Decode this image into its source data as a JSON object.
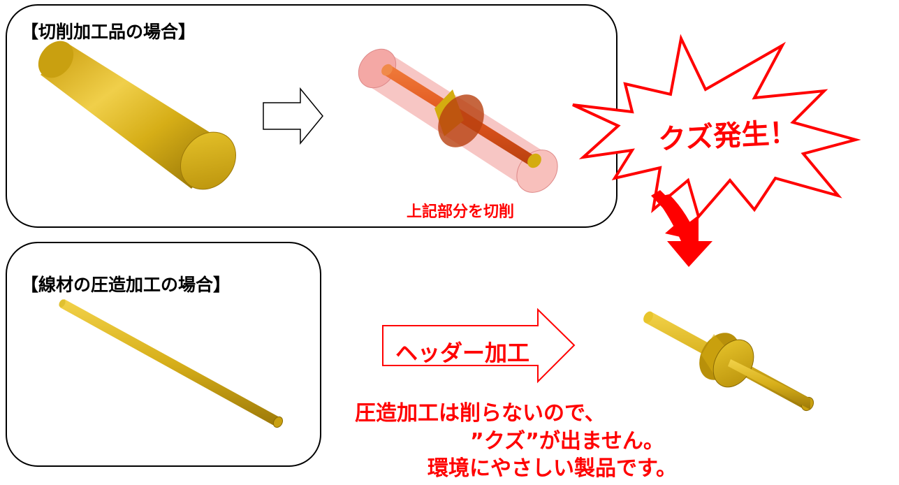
{
  "cutting": {
    "title": "【切削加工品の場合】",
    "note": "上記部分を切削"
  },
  "burst": {
    "label": "クズ発生！"
  },
  "forging": {
    "title": "【線材の圧造加工の場合】",
    "process_label": "ヘッダー加工"
  },
  "message": {
    "line1": "圧造加工は削らないので、",
    "line2": "”クズ”が出ません。",
    "line3": "環境にやさしい製品です。"
  },
  "colors": {
    "gold": "#d4ac10",
    "red": "#ff0000",
    "waste_pink": "#f2a4a4"
  }
}
